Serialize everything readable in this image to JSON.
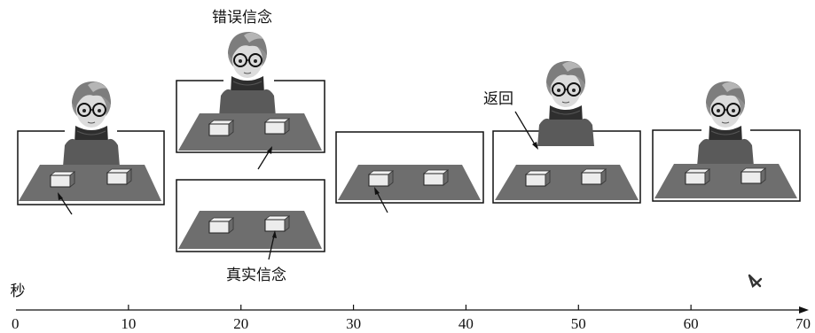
{
  "labels": {
    "false_belief": "错误信念",
    "true_belief": "真实信念",
    "return": "返回",
    "seconds": "秒"
  },
  "timeline": {
    "unit": "秒",
    "min": 0,
    "max": 70,
    "ticks": [
      0,
      10,
      20,
      30,
      40,
      50,
      60,
      70
    ]
  },
  "icons": [
    "person-icon",
    "box-icon",
    "pointer-arrow-icon",
    "eye-marker-icon"
  ]
}
